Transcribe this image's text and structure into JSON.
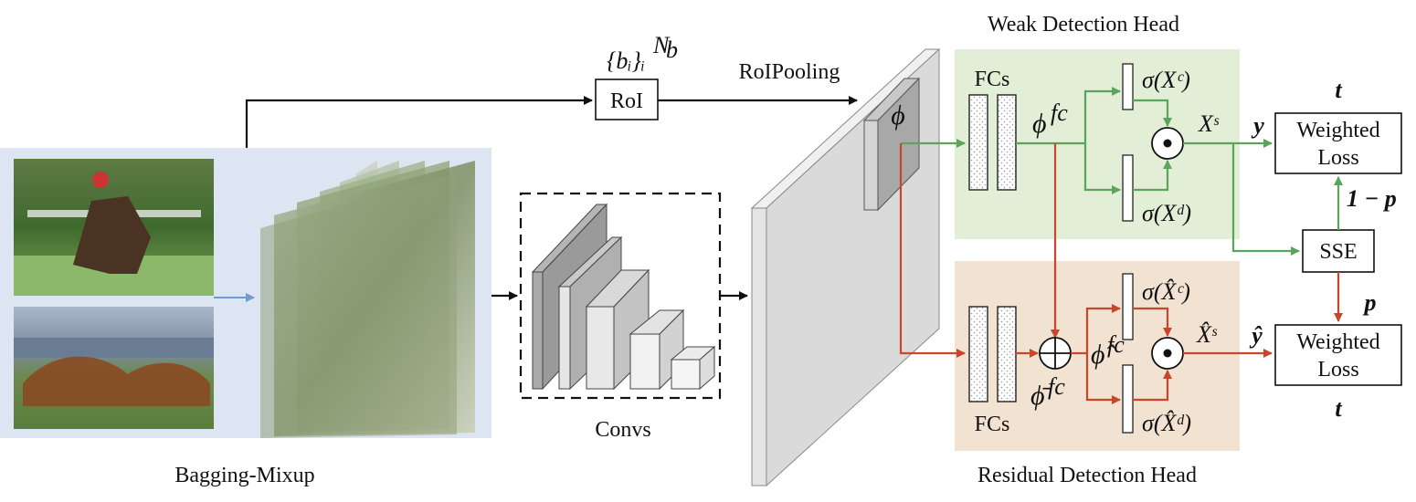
{
  "labels": {
    "bagging_mixup": "Bagging-Mixup",
    "convs": "Convs",
    "roipooling": "RoIPooling",
    "roi": "RoI",
    "weak_head": "Weak Detection Head",
    "residual_head": "Residual Detection Head",
    "fcs_top": "FCs",
    "fcs_bottom": "FCs",
    "weighted_loss_top_1": "Weighted",
    "weighted_loss_top_2": "Loss",
    "weighted_loss_bottom_1": "Weighted",
    "weighted_loss_bottom_2": "Loss",
    "sse": "SSE"
  },
  "math": {
    "proposals": "{bᵢ}ᵢ",
    "proposals_sup": "N",
    "proposals_sub": "b",
    "phi": "ϕ",
    "phi_fc": "ϕ",
    "phi_fc_sup": "fc",
    "sigma_xc": "σ(Xᶜ)",
    "sigma_xd": "σ(Xᵈ)",
    "xs": "Xˢ",
    "y": "y",
    "t_top": "t",
    "one_minus_p": "1 − p",
    "p": "p",
    "t_bottom": "t",
    "y_hat": "ŷ",
    "phi_hat_fc": "ϕ̂",
    "phi_hat_fc_sup": "fc",
    "phi_bar_fc": "ϕ̄",
    "phi_bar_fc_sup": "fc",
    "sigma_xc_hat": "σ(X̂ᶜ)",
    "sigma_xd_hat": "σ(X̂ᵈ)",
    "xs_hat": "X̂ˢ"
  },
  "colors": {
    "weak_panel": "#e3eed7",
    "residual_panel": "#f2e2d2",
    "mixup_panel": "#dde5f2",
    "green_flow": "#5aa55a",
    "red_flow": "#c8462a",
    "blue_flow": "#6f9bd1"
  },
  "icons": {
    "sum_node": "circle-plus-icon",
    "product_node": "circle-dot-icon"
  }
}
